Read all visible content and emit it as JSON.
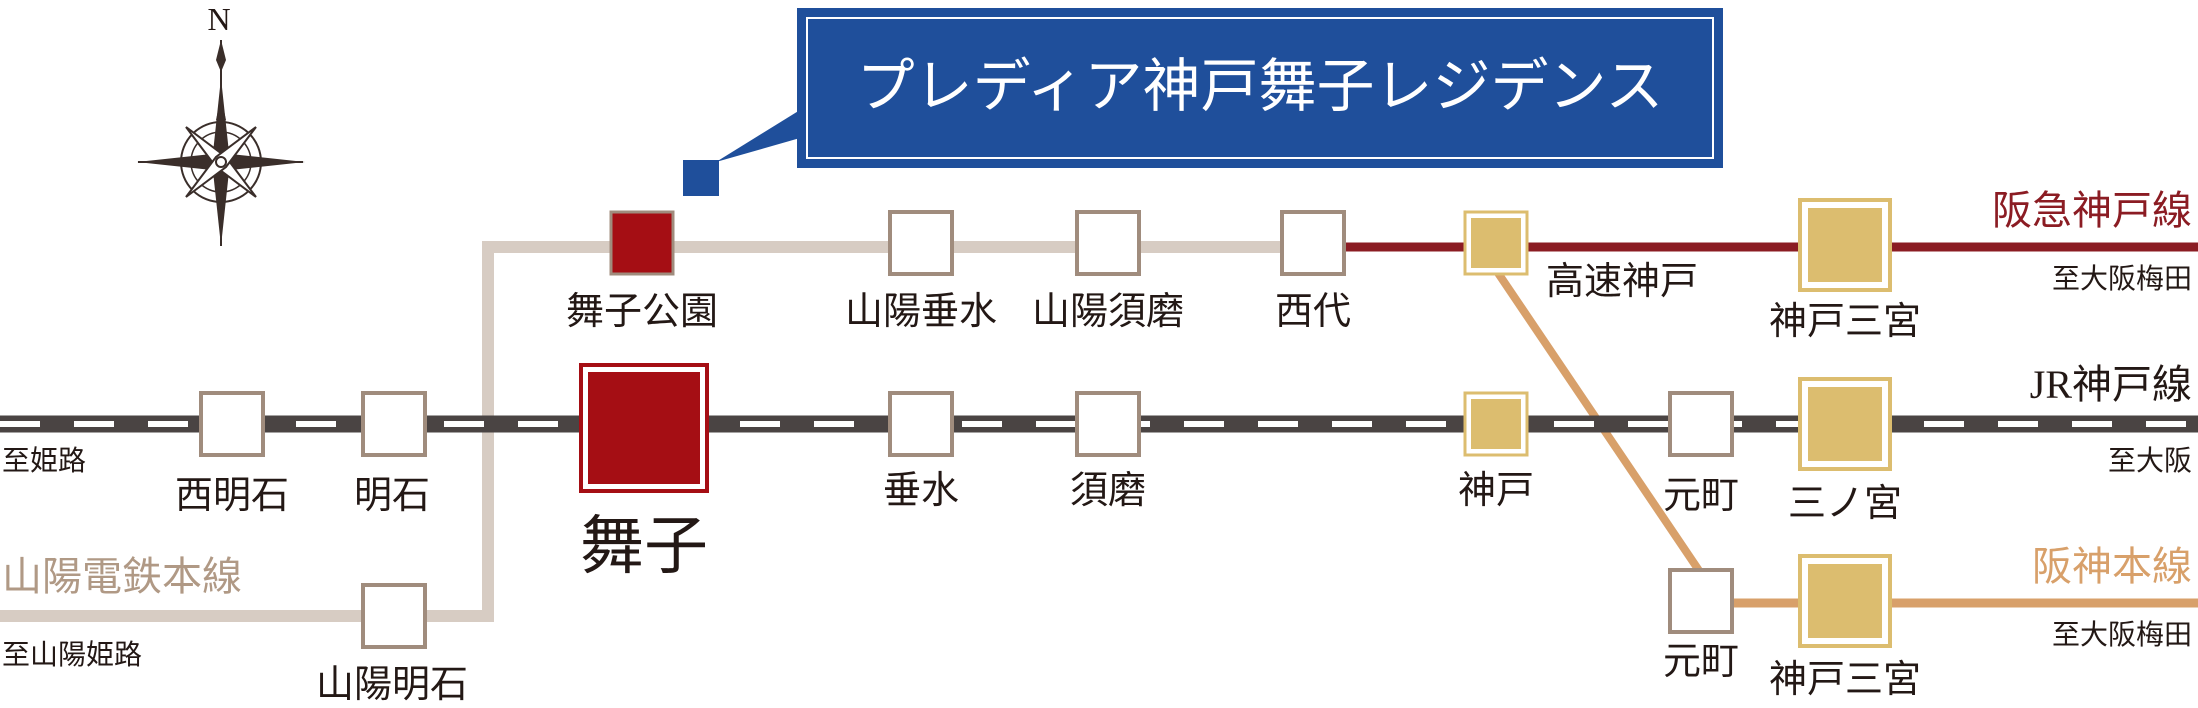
{
  "colors": {
    "hankyu": "#8b1c23",
    "hanshin": "#d8a06a",
    "sanyo": "#d7ccc3",
    "jr_dark": "#4a4443",
    "station_border": "#a08c7d",
    "interchange_fill": "#dcbd6f",
    "highlight_red": "#a50e14",
    "brand_blue": "#1f4f9b",
    "sanyo_label": "#b09985"
  },
  "compass": {
    "north_label": "N",
    "icon": "compass-rose-icon"
  },
  "property": {
    "name": "プレディア神戸舞子レジデンス"
  },
  "lines": {
    "hankyu": {
      "name": "阪急神戸線",
      "dest": "至大阪梅田"
    },
    "jr": {
      "name": "JR神戸線",
      "dest_left": "至姫路",
      "dest_right": "至大阪"
    },
    "hanshin": {
      "name": "阪神本線",
      "dest": "至大阪梅田"
    },
    "sanyo": {
      "name": "山陽電鉄本線",
      "dest": "至山陽姫路"
    }
  },
  "stations": {
    "maiko_koen": "舞子公園",
    "sanyo_tarumi": "山陽垂水",
    "sanyo_suma": "山陽須磨",
    "nishidai": "西代",
    "kosoku_kobe": "高速神戸",
    "kobe_sannomiya_hankyu": "神戸三宮",
    "nishi_akashi": "西明石",
    "akashi": "明石",
    "maiko": "舞子",
    "tarumi": "垂水",
    "suma": "須磨",
    "kobe": "神戸",
    "motomachi_jr": "元町",
    "sannomiya": "三ノ宮",
    "sanyo_akashi": "山陽明石",
    "motomachi_hanshin": "元町",
    "kobe_sannomiya_hanshin": "神戸三宮"
  }
}
